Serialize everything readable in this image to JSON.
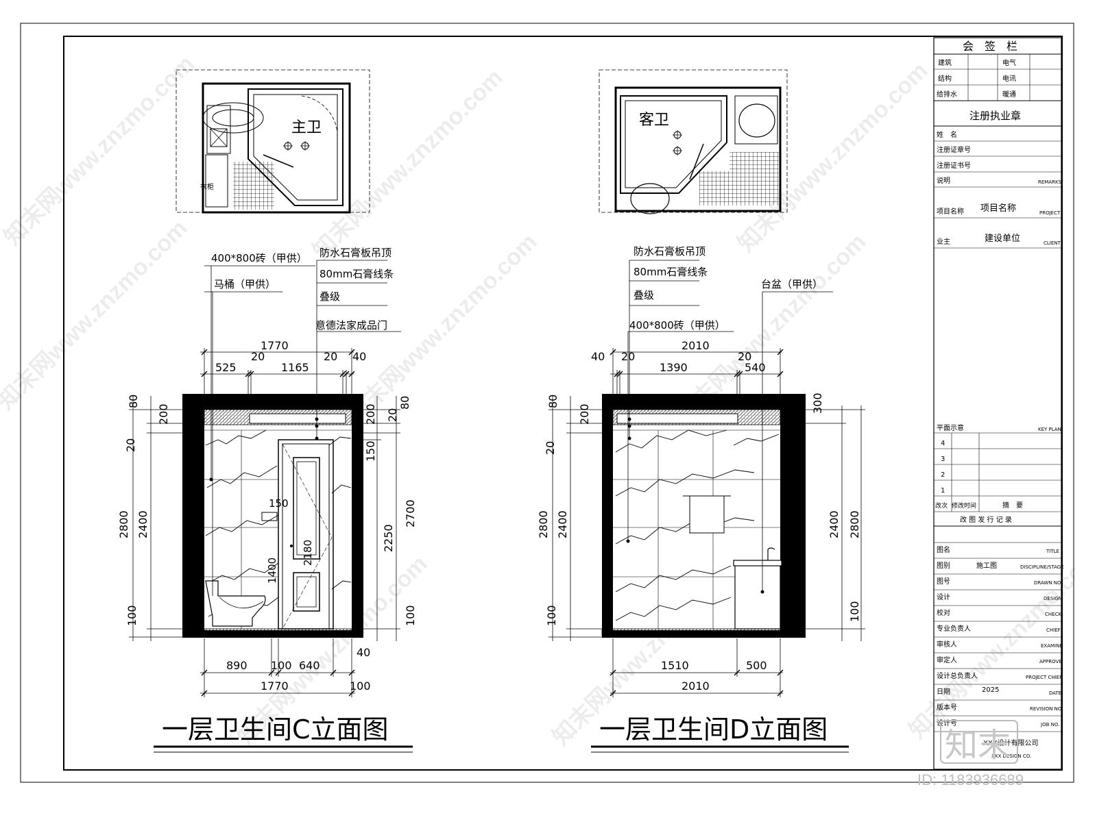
{
  "elevation_c": {
    "title": "一层卫生间C立面图",
    "plan_room_label": "主卫",
    "plan_side_label": "衣柜",
    "labels": [
      "400*800砖（甲供）",
      "马桶（甲供）",
      "防水石膏板吊顶",
      "80mm石膏线条",
      "叠级",
      "意德法家成品门"
    ],
    "dims_top": [
      "1770",
      "525",
      "20",
      "1165",
      "20",
      "40"
    ],
    "dims_bottom": [
      "890",
      "100",
      "640",
      "40",
      "1770",
      "100"
    ],
    "dims_left": [
      "80",
      "200",
      "20",
      "2800",
      "2400",
      "100"
    ],
    "dims_right": [
      "200",
      "20",
      "80",
      "150",
      "2250",
      "2700",
      "100"
    ],
    "dims_inner": [
      "150",
      "2180",
      "1400"
    ]
  },
  "elevation_d": {
    "title": "一层卫生间D立面图",
    "plan_room_label": "客卫",
    "labels": [
      "防水石膏板吊顶",
      "80mm石膏线条",
      "叠级",
      "400*800砖（甲供）",
      "台盆（甲供）"
    ],
    "dims_top": [
      "2010",
      "40",
      "20",
      "1390",
      "20",
      "540"
    ],
    "dims_bottom": [
      "1510",
      "500",
      "2010"
    ],
    "dims_left": [
      "80",
      "200",
      "20",
      "2800",
      "2400",
      "100"
    ],
    "dims_right": [
      "300",
      "2400",
      "2800",
      "100"
    ]
  },
  "title_block": {
    "countersign_header": "会　签　栏",
    "countersign_rows": [
      [
        "建筑",
        "电气"
      ],
      [
        "结构",
        "电讯"
      ],
      [
        "给排水",
        "暖通"
      ]
    ],
    "reg_seal": "注册执业章",
    "reg_rows": [
      "姓　名",
      "注册证章号",
      "注册证书号"
    ],
    "remarks_cn": "说明",
    "remarks_en": "REMARKS",
    "project_cn": "项目名称",
    "project_value": "项目名称",
    "project_en": "PROJECT",
    "client_cn": "业主",
    "client_value": "建设单位",
    "client_en": "CLIENT",
    "keyplan_cn": "平面示意",
    "keyplan_en": "KEY PLAN",
    "revision_numbers": [
      "4",
      "3",
      "2",
      "1"
    ],
    "revision_header": [
      "改次",
      "修改时间",
      "摘　要"
    ],
    "revision_caption": "改 图 发 行 记 录",
    "info_rows": [
      {
        "cn": "图名",
        "value": "",
        "en": "TITLE"
      },
      {
        "cn": "图别",
        "value": "施工图",
        "en": "DISCIPLINE/STAGE"
      },
      {
        "cn": "图号",
        "value": "",
        "en": "DRAWN NO."
      },
      {
        "cn": "设计",
        "value": "",
        "en": "DESIGN"
      },
      {
        "cn": "校对",
        "value": "",
        "en": "CHECK"
      },
      {
        "cn": "专业负责人",
        "value": "",
        "en": "CHIEF"
      },
      {
        "cn": "审核人",
        "value": "",
        "en": "EXAMINE"
      },
      {
        "cn": "审定人",
        "value": "",
        "en": "APPROVE"
      },
      {
        "cn": "设计总负责人",
        "value": "",
        "en": "PROJECT CHIEF"
      },
      {
        "cn": "日期",
        "value": "2025",
        "en": "DATE"
      },
      {
        "cn": "版本号",
        "value": "",
        "en": "REVISION NO."
      },
      {
        "cn": "设计号",
        "value": "",
        "en": "JOB NO."
      }
    ],
    "company_cn": "XXX设计有限公司",
    "company_en": "XXX DESIGN CO."
  },
  "watermark": {
    "text": "知末网www.znzmo.com",
    "logo": "知末",
    "id_text": "ID: 1183936689"
  }
}
